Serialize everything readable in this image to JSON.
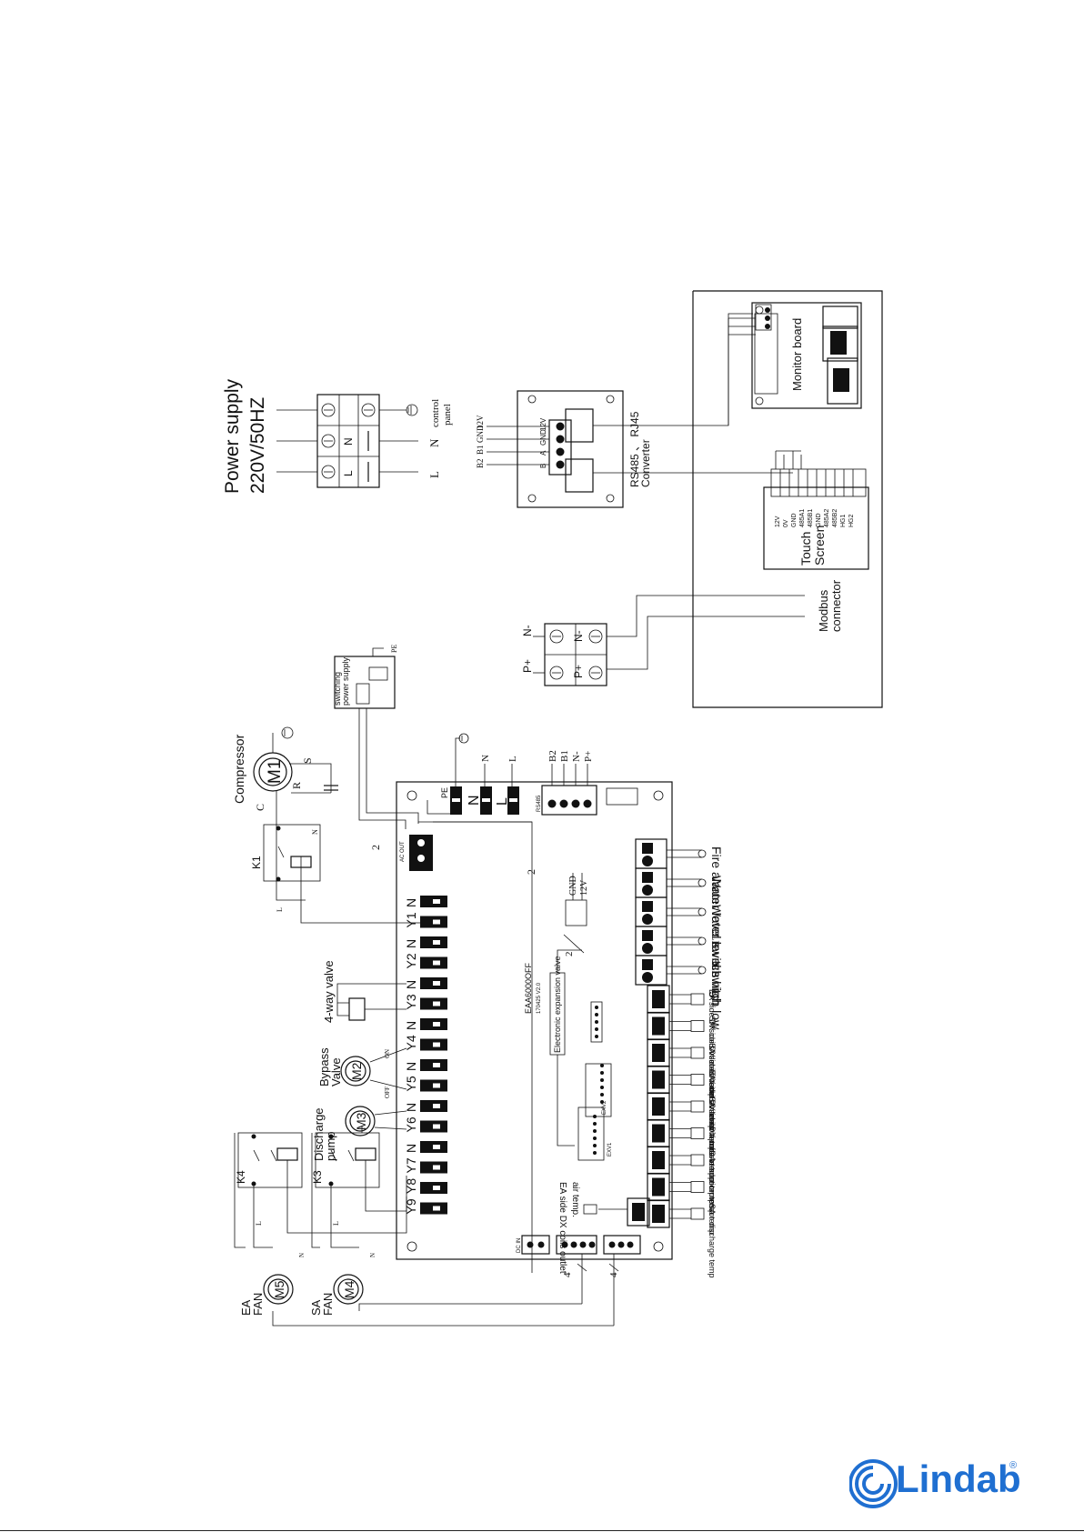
{
  "power_supply": {
    "title": "Power supply",
    "spec": "220V/50HZ",
    "terminals": [
      "L",
      "N"
    ],
    "labels": [
      "L",
      "N",
      "control",
      "panel"
    ]
  },
  "converter": {
    "pins": [
      "B2",
      "B1",
      "GND",
      "12V"
    ],
    "inner_pins": [
      "B",
      "A",
      "GND",
      "12V"
    ],
    "title_1": "RS485 、 RJ45",
    "title_2": "Converter"
  },
  "monitor": {
    "title": "Monitor board"
  },
  "touch_screen": {
    "title_1": "Touch",
    "title_2": "Screen",
    "pins": [
      "12V",
      "0V",
      "GND",
      "485A1",
      "485B1",
      "GND",
      "485A2",
      "485B2",
      "HG1",
      "HG2"
    ]
  },
  "modbus": {
    "title_1": "Modbus",
    "title_2": "connector",
    "terminals": [
      "P+",
      "N-"
    ],
    "wire_labels": [
      "P+",
      "N-"
    ]
  },
  "switching_supply": {
    "title_1": "switching",
    "title_2": "power supply",
    "pe": "PE"
  },
  "compressor": {
    "title": "Compressor",
    "motor": "M1",
    "c": "C",
    "r": "R",
    "s": "S",
    "n": "N",
    "relay": "K1",
    "l": "L"
  },
  "main_board": {
    "model": "EAA6000OFF",
    "version": "170425 V2.0",
    "power_terminals": [
      "PE",
      "N",
      "L"
    ],
    "power_wire_labels": [
      "N",
      "L"
    ],
    "rs485_wires": [
      "B2",
      "B1",
      "N-",
      "P+"
    ],
    "rs485_label": "RS485",
    "output_terminals": [
      "N",
      "Y1",
      "N",
      "Y2",
      "N",
      "Y3",
      "N",
      "Y4",
      "N",
      "Y5",
      "N",
      "Y6",
      "N",
      "Y7",
      "Y8",
      "Y9"
    ],
    "ac_out": "AC OUT",
    "dc_in": "DC IN",
    "ev_label": "Electronic expansion valve",
    "ev_wires": [
      "GND",
      "12V"
    ],
    "wire_count_2": "2",
    "wire_count_4": "4",
    "exv": [
      "EXV1",
      "EXV2"
    ]
  },
  "components": {
    "four_way": "4-way valve",
    "bypass": [
      "Bypass",
      "Valve"
    ],
    "bypass_motor": "M2",
    "bypass_states": [
      "ON",
      "OFF"
    ],
    "discharge": [
      "Discharge",
      "pump"
    ],
    "discharge_motor": "M3",
    "k3": "K3",
    "k4": "K4",
    "sa_fan": [
      "SA",
      "FAN"
    ],
    "sa_motor": "M4",
    "ea_fan": [
      "EA",
      "FAN"
    ],
    "ea_motor": "M5",
    "l": "L",
    "n": "N"
  },
  "inputs": [
    "Fire alarm",
    "Water level switch   high",
    "Water level switch   low",
    "LP",
    "HP"
  ],
  "sensors": [
    "EA side DX coils inlet air temp",
    "SA side DX coils outlet air temp",
    "SA side DX coils inlet air temp",
    "EA side DX coils in-tube temp",
    "SA side DX coils in-tube temp",
    "compressor suction temp",
    "OA temp",
    "compressor discharge temp",
    "SA temp"
  ],
  "ea_outlet": [
    "EA side DX coils outlet",
    "air temp."
  ],
  "brand": {
    "name": "Lindab",
    "reg": "®",
    "accent": "#1f6fd1"
  }
}
